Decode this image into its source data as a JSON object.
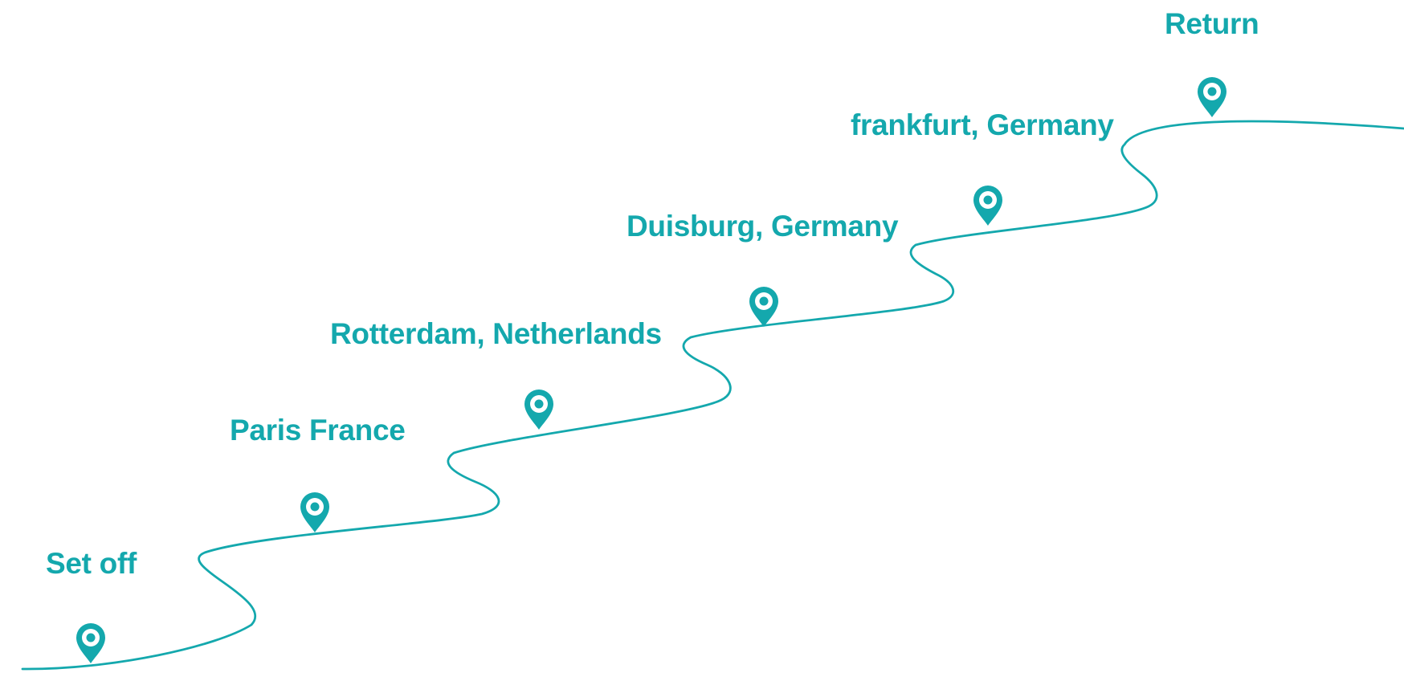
{
  "diagram": {
    "accent_color": "#14a8ad",
    "background_color": "#ffffff",
    "marker_icon": "location-pin-icon",
    "stops": [
      {
        "id": "set-off",
        "label": "Set off"
      },
      {
        "id": "paris",
        "label": "Paris France"
      },
      {
        "id": "rotterdam",
        "label": "Rotterdam, Netherlands"
      },
      {
        "id": "duisburg",
        "label": "Duisburg, Germany"
      },
      {
        "id": "frankfurt",
        "label": "frankfurt, Germany"
      },
      {
        "id": "return",
        "label": "Return"
      }
    ]
  }
}
